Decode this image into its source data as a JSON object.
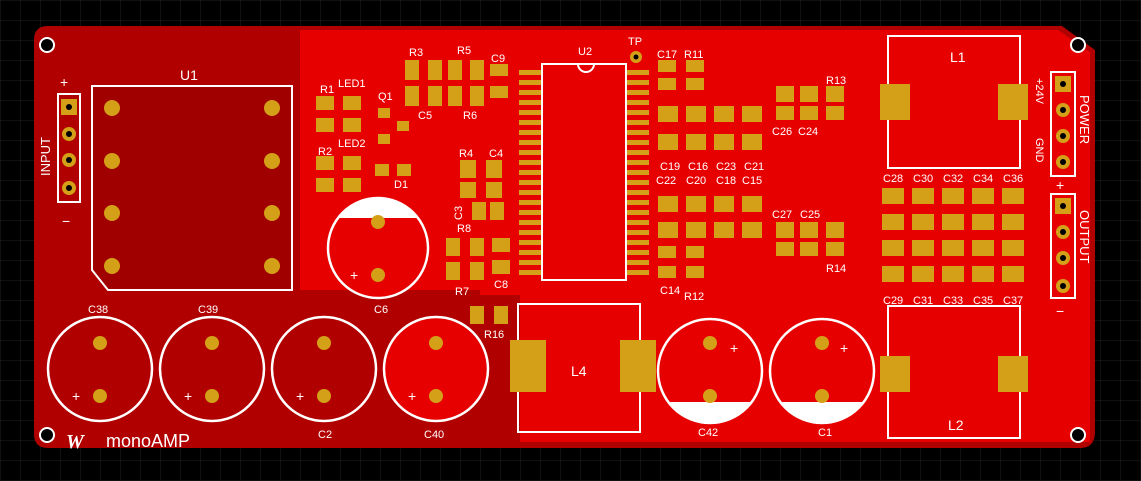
{
  "board": {
    "colors": {
      "background": "#000000",
      "grid": "#1f1f1f",
      "pcb_dark": "#b30000",
      "pcb_light": "#e00000",
      "pad": "#d4a017",
      "silk": "#ffffff"
    },
    "logo": {
      "text": "monoAMP",
      "mark": "W"
    },
    "labels": {
      "U1": "U1",
      "U2": "U2",
      "TP": "TP",
      "L1": "L1",
      "L2": "L2",
      "L4": "L4",
      "R1": "R1",
      "R2": "R2",
      "R3": "R3",
      "R4": "R4",
      "R5": "R5",
      "R6": "R6",
      "R7": "R7",
      "R8": "R8",
      "R11": "R11",
      "R12": "R12",
      "R13": "R13",
      "R14": "R14",
      "R16": "R16",
      "LED1": "LED1",
      "LED2": "LED2",
      "Q1": "Q1",
      "D1": "D1",
      "C1": "C1",
      "C2": "C2",
      "C3": "C3",
      "C4": "C4",
      "C5": "C5",
      "C6": "C6",
      "C8": "C8",
      "C9": "C9",
      "C14": "C14",
      "C15": "C15",
      "C16": "C16",
      "C17": "C17",
      "C18": "C18",
      "C19": "C19",
      "C20": "C20",
      "C21": "C21",
      "C22": "C22",
      "C23": "C23",
      "C24": "C24",
      "C25": "C25",
      "C26": "C26",
      "C27": "C27",
      "C28": "C28",
      "C29": "C29",
      "C30": "C30",
      "C31": "C31",
      "C32": "C32",
      "C33": "C33",
      "C34": "C34",
      "C35": "C35",
      "C36": "C36",
      "C37": "C37",
      "C38": "C38",
      "C39": "C39",
      "C40": "C40",
      "C42": "C42",
      "input": "INPUT",
      "output": "OUTPUT",
      "power": "POWER",
      "plus": "+",
      "minus": "−",
      "v24": "+24V",
      "gnd": "GND"
    }
  }
}
